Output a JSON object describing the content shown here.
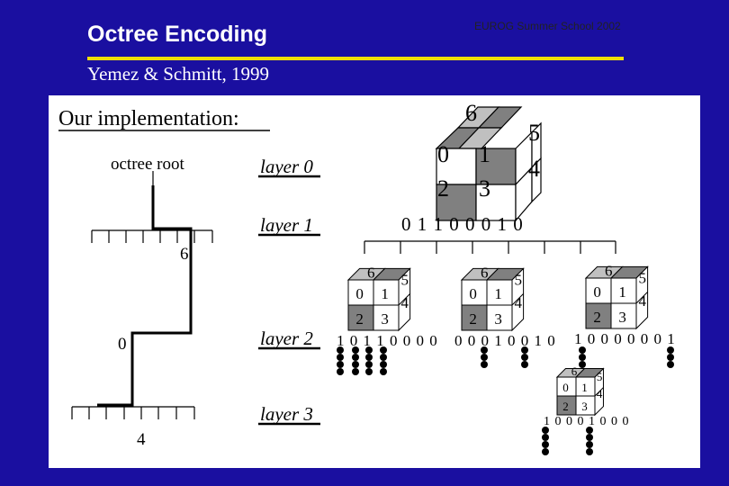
{
  "slide": {
    "title": "Octree Encoding",
    "header_note": "EUROG Summer School 2002",
    "subtitle": "Yemez & Schmitt, 1999"
  },
  "panel": {
    "heading": "Our implementation:",
    "root_label": "octree root",
    "layers": [
      "layer 0",
      "layer 1",
      "layer 2",
      "layer 3"
    ],
    "path_labels": [
      "6",
      "0",
      "4"
    ],
    "big_cube": {
      "labels": [
        "0",
        "1",
        "2",
        "3",
        "4",
        "5",
        "6"
      ]
    },
    "root_bits": "0 1 1 0 0 0 1 0",
    "small_cube_labels": [
      "0",
      "1",
      "2",
      "3",
      "4",
      "5",
      "6"
    ],
    "layer2_bits": [
      "1 0 1 1 0 0 0 0",
      "0 0 0 1 0 0 1 0",
      "1 0 0 0 0 0 0 1"
    ],
    "layer3_bits": "1 0 0 0 1 0 0 0"
  },
  "colors": {
    "background": "#1a0fa0",
    "rule": "#f0e000",
    "panel": "#ffffff",
    "dark_face": "#808080",
    "light_face": "#c0c0c0"
  }
}
